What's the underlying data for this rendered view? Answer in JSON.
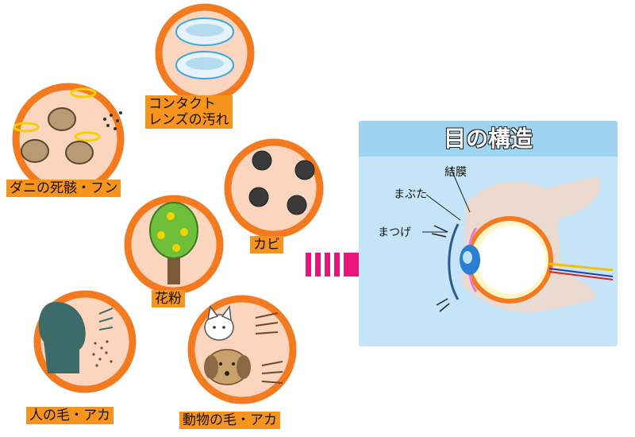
{
  "allergens": [
    {
      "label": "コンタクト",
      "label2": "レンズの汚れ"
    },
    {
      "label": "ダニの死骸・フン"
    },
    {
      "label": "カビ"
    },
    {
      "label": "花粉"
    },
    {
      "label": "人の毛・アカ"
    },
    {
      "label": "動物の毛・アカ"
    }
  ],
  "eye_panel": {
    "title": "目の構造",
    "labels": {
      "conjunctiva": "結膜",
      "eyelid": "まぶた",
      "eyelash": "まつげ"
    }
  },
  "colors": {
    "ring": "#f47a20",
    "circle_fill": "#fbd5bd",
    "label_bg": "#f7941d",
    "arrow": "#e9157a",
    "panel": "#c5e4f7"
  }
}
